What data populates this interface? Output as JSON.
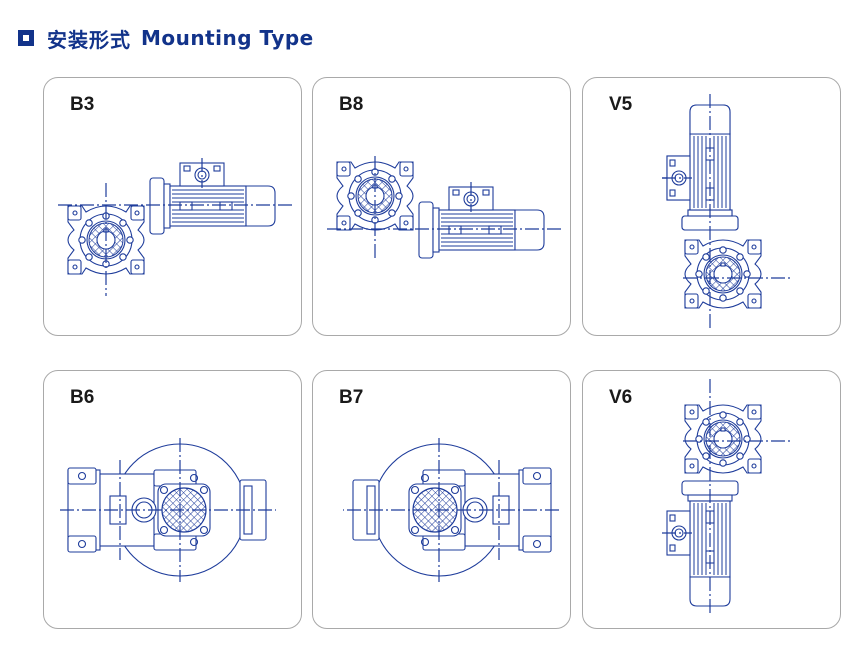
{
  "header": {
    "icon": "square-bullet-icon",
    "title_cn": "安装形式",
    "title_en": "Mounting Type"
  },
  "colors": {
    "brand": "#12338a",
    "drawing": "#1e3c9b",
    "panel_border": "#a9a9a9",
    "label": "#1a1a1a"
  },
  "panels": [
    {
      "label": "B3",
      "view": "side-motor-right-gear-low"
    },
    {
      "label": "B8",
      "view": "side-motor-right-gear-high"
    },
    {
      "label": "V5",
      "view": "vertical-motor-up"
    },
    {
      "label": "B6",
      "view": "top-gear-left"
    },
    {
      "label": "B7",
      "view": "top-gear-right"
    },
    {
      "label": "V6",
      "view": "vertical-motor-down"
    }
  ]
}
